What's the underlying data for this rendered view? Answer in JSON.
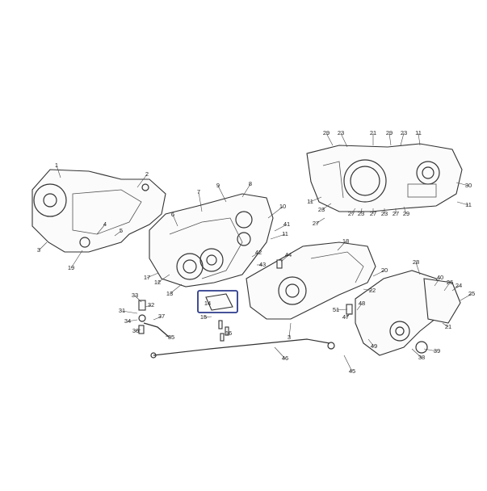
{
  "highlight_color": "#2b3a8c",
  "callouts": [
    "1",
    "2",
    "3",
    "4",
    "5",
    "19",
    "6",
    "7",
    "8",
    "9",
    "10",
    "11",
    "12",
    "13",
    "17",
    "41",
    "42",
    "43",
    "44",
    "14",
    "15",
    "16",
    "33",
    "32",
    "31",
    "34",
    "37",
    "36",
    "35",
    "46",
    "45",
    "3",
    "18",
    "20",
    "22",
    "47",
    "48",
    "49",
    "51",
    "28",
    "40",
    "24",
    "25",
    "26",
    "38",
    "39",
    "21",
    "29",
    "23",
    "21",
    "29",
    "23",
    "11",
    "30",
    "11",
    "23",
    "27",
    "27",
    "23",
    "27",
    "23",
    "27",
    "29",
    "11"
  ]
}
